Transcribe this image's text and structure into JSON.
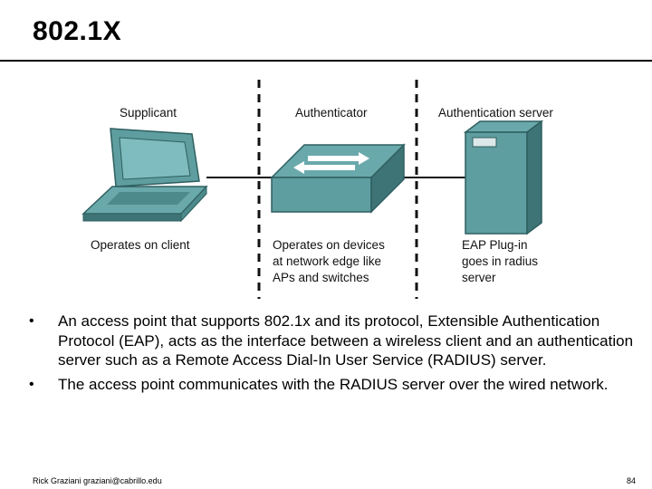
{
  "title": "802.1X",
  "diagram": {
    "roles": {
      "supplicant": "Supplicant",
      "authenticator": "Authenticator",
      "server": "Authentication server"
    },
    "captions": {
      "client": [
        "Operates on client"
      ],
      "devices": [
        "Operates on devices",
        "at network edge like",
        "APs and switches"
      ],
      "server": [
        "EAP Plug-in",
        "goes in radius",
        "server"
      ]
    }
  },
  "bullets": [
    "An access point that supports 802.1x and its protocol, Extensible Authentication Protocol (EAP), acts as the interface between a wireless client and an authentication server such as a Remote Access Dial-In User Service (RADIUS) server.",
    "The access point communicates with the RADIUS server over the wired network."
  ],
  "footer": {
    "author": "Rick Graziani graziani@cabrillo.edu",
    "page": "84"
  },
  "colors": {
    "device_teal": "#5f9ea0",
    "device_dark": "#3f7476",
    "screen": "#7fbcc0",
    "rule": "#000000"
  }
}
